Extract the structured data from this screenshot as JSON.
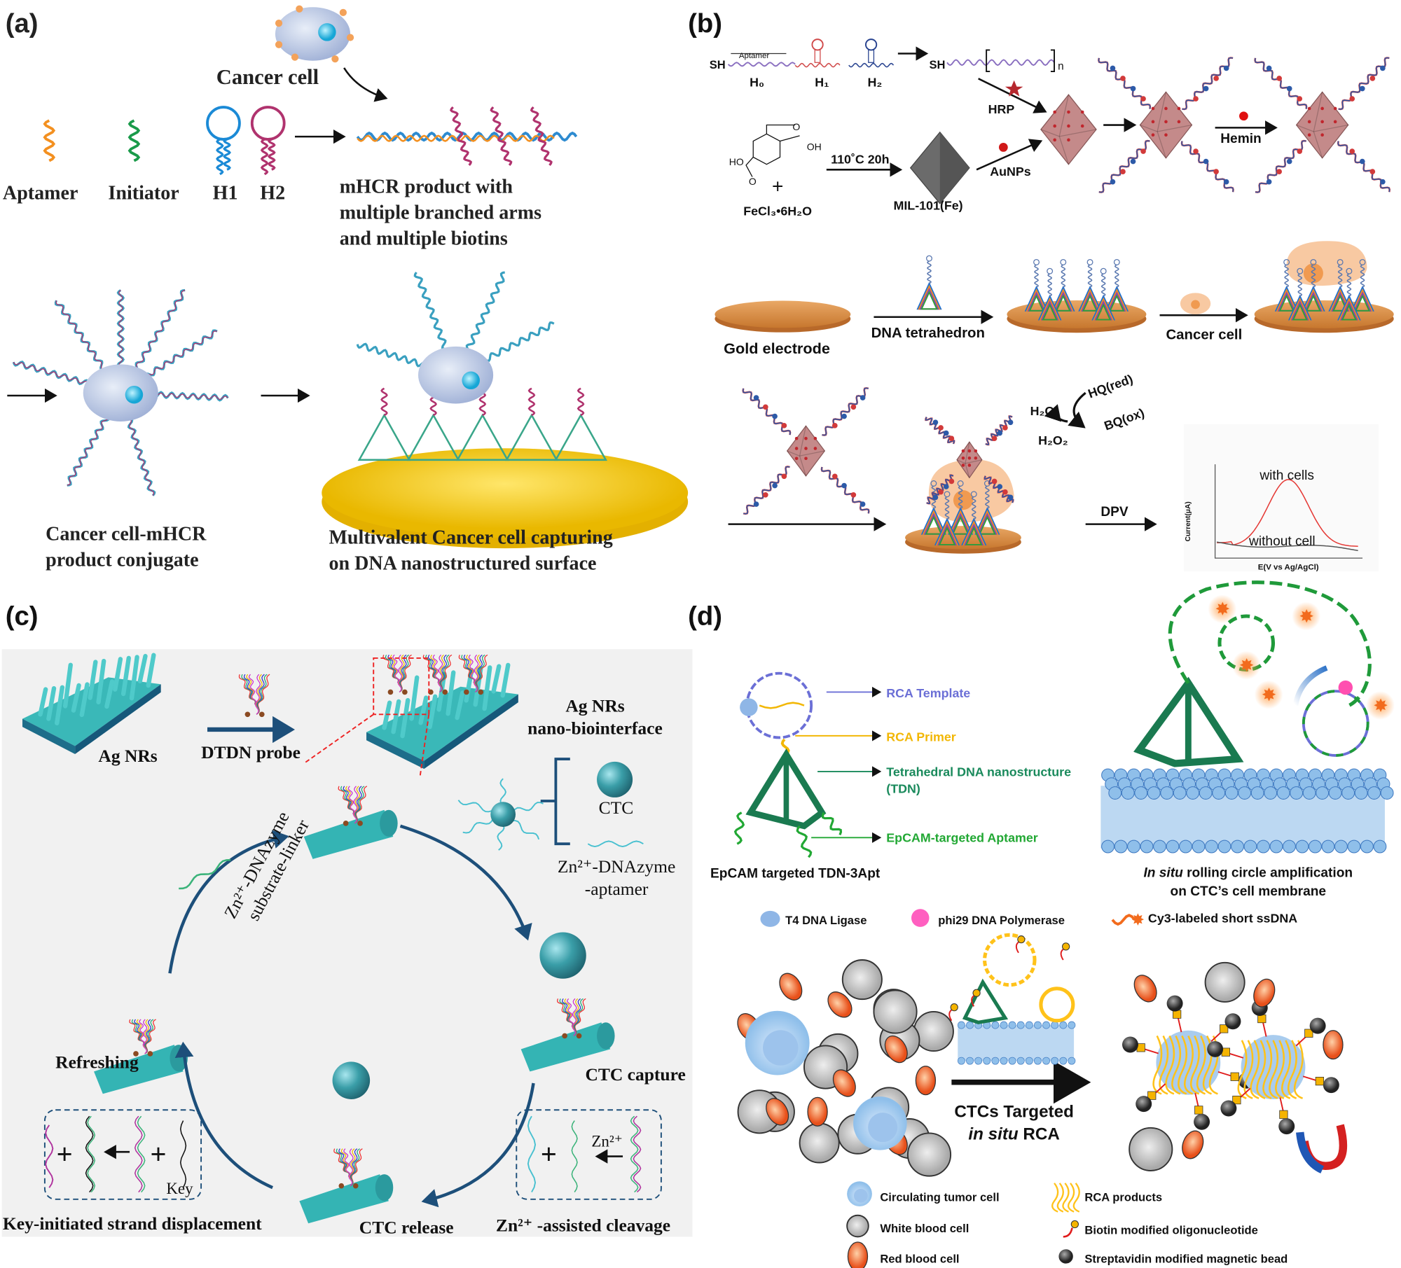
{
  "panels": {
    "a": {
      "label": "(a)",
      "cancer_cell": "Cancer cell",
      "aptamer": "Aptamer",
      "initiator": "Initiator",
      "h1": "H1",
      "h2": "H2",
      "product": [
        "mHCR product with",
        "multiple branched arms",
        "and multiple biotins"
      ],
      "conjugate": [
        "Cancer cell-mHCR",
        "product conjugate"
      ],
      "capture": [
        "Multivalent Cancer cell capturing",
        "on DNA nanostructured surface"
      ]
    },
    "b": {
      "label": "(b)",
      "sh": "SH",
      "aptamer_bracket": "Aptamer",
      "h0": "H₀",
      "h1": "H₁",
      "h2": "H₂",
      "n": "n",
      "hrp": "HRP",
      "ho": "HO",
      "oh": "OH",
      "o": "O",
      "plus": "+",
      "fecl": "FeCl₃•6H₂O",
      "conditions": "110˚C 20h",
      "mof": "MIL-101(Fe)",
      "aunps": "AuNPs",
      "hemin": "Hemin",
      "gold_electrode": "Gold electrode",
      "dna_tetrahedron": "DNA tetrahedron",
      "cancer_cell": "Cancer cell",
      "h2o": "H₂O",
      "h2o2": "H₂O₂",
      "hq": "HQ(red)",
      "bq": "BQ(ox)",
      "dpv": "DPV",
      "plot": {
        "ylabel": "Current(μA)",
        "xlabel": "E(V vs Ag/AgCl)",
        "with_cells": "with cells",
        "without_cell": "without cell",
        "with_color": "#e53935",
        "without_color": "#555555"
      }
    },
    "c": {
      "label": "(c)",
      "ag_nrs": "Ag NRs",
      "dtdn_probe": "DTDN probe",
      "interface": [
        "Ag NRs",
        "nano-biointerface"
      ],
      "ctc": "CTC",
      "dnazyme_aptamer": [
        "Zn²⁺-DNAzyme",
        "-aptamer"
      ],
      "substrate_linker": [
        "Zn²⁺-DNAzyme",
        "substrate-linker"
      ],
      "ctc_capture": "CTC capture",
      "zn_cleavage": "Zn²⁺ -assisted cleavage",
      "zn": "Zn²⁺",
      "ctc_release": "CTC release",
      "key_displacement": "Key-initiated strand displacement",
      "key": "Key",
      "refreshing": "Refreshing",
      "plus": "+"
    },
    "d": {
      "label": "(d)",
      "rca_template": "RCA Template",
      "rca_primer": "RCA Primer",
      "tdn": [
        "Tetrahedral DNA nanostructure",
        "(TDN)"
      ],
      "aptamer": "EpCAM-targeted Aptamer",
      "tdn_caption": "EpCAM targeted TDN-3Apt",
      "insitu_caption": [
        "In situ",
        " rolling circle amplification",
        "on CTC’s cell membrane"
      ],
      "legend_top": [
        "T4 DNA Ligase",
        "phi29  DNA Polymerase",
        "Cy3-labeled short ssDNA"
      ],
      "ctcs_targeted": [
        "CTCs Targeted",
        "in situ",
        " RCA"
      ],
      "legend_bottom": {
        "ctc": "Circulating tumor cell",
        "rca_products": "RCA products",
        "wbc": "White blood cell",
        "biotin": "Biotin modified oligonucleotide",
        "rbc": "Red blood cell",
        "bead": "Streptavidin modified magnetic bead"
      }
    }
  },
  "colors": {
    "rca_template": "#6b6fd6",
    "rca_primer": "#f2b705",
    "tdn": "#1a8a5c",
    "aptamer": "#22a834",
    "teal": "#3cbcc0",
    "navy": "#1d4f7a",
    "gold": "#e8a25c",
    "mof": "#b97c7c",
    "panel_c_bg": "#f1f1f1"
  },
  "icons": [
    "cancer-cell-icon",
    "hairpin-icon",
    "octahedron-icon",
    "gold-electrode-icon",
    "tetrahedron-icon",
    "nanorod-icon",
    "ctc-sphere-icon",
    "membrane-icon",
    "magnet-icon",
    "red-blood-cell-icon",
    "white-blood-cell-icon",
    "magnetic-bead-icon"
  ]
}
